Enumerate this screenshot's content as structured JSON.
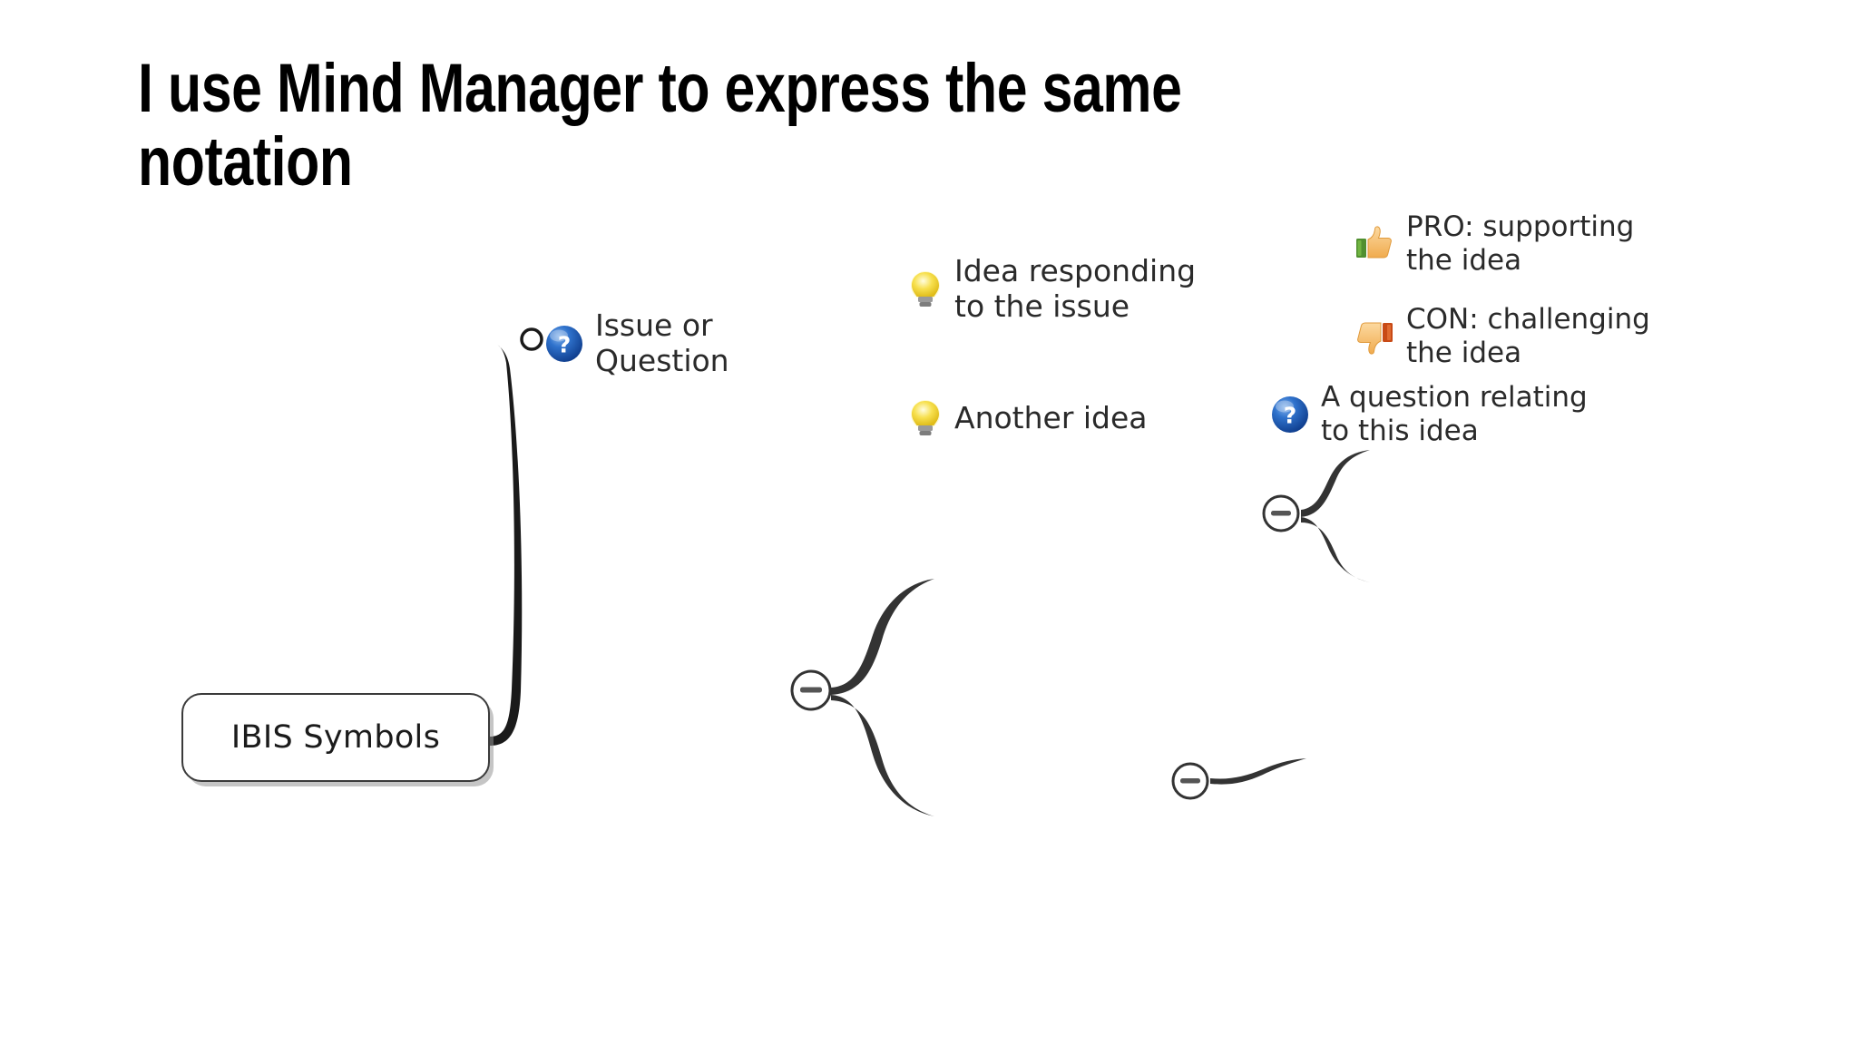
{
  "slide": {
    "title": "I use Mind Manager to express the same notation",
    "background": "#ffffff"
  },
  "mindmap": {
    "root": {
      "label": "IBIS Symbols",
      "shape": "rounded-rectangle"
    },
    "nodes": [
      {
        "id": "issue",
        "label": "Issue or\nQuestion",
        "icon": "question-mark-icon",
        "icon_color": "#1f5fc0",
        "parent": "root",
        "collapse_toggle": "minus"
      },
      {
        "id": "idea1",
        "label": "Idea responding\nto the issue",
        "icon": "lightbulb-icon",
        "icon_color": "#f2d53c",
        "parent": "issue",
        "collapse_toggle": "minus"
      },
      {
        "id": "idea2",
        "label": "Another idea",
        "icon": "lightbulb-icon",
        "icon_color": "#f2d53c",
        "parent": "issue",
        "collapse_toggle": "minus"
      },
      {
        "id": "pro",
        "label": "PRO: supporting\nthe idea",
        "icon": "thumbs-up-icon",
        "icon_color": "#f5b942",
        "parent": "idea1"
      },
      {
        "id": "con",
        "label": "CON: challenging\nthe idea",
        "icon": "thumbs-down-icon",
        "icon_color": "#f0a860",
        "parent": "idea1"
      },
      {
        "id": "subquestion",
        "label": "A question relating\nto this idea",
        "icon": "question-mark-icon",
        "icon_color": "#1f5fc0",
        "parent": "idea2"
      }
    ],
    "colors": {
      "branch_line": "#2b2b2b",
      "root_border": "#3a3a3a",
      "text": "#2a2a2a",
      "question_blue": "#1f5fc0",
      "bulb_yellow": "#f2d53c",
      "thumb_up_cuff": "#4f8f2f",
      "thumb_down_cuff": "#c84a16"
    }
  }
}
